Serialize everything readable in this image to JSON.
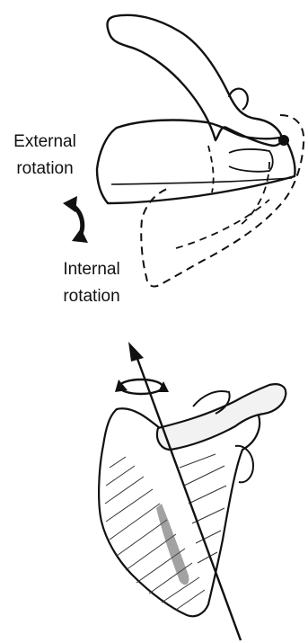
{
  "labels": {
    "external_rotation": {
      "line1": "External",
      "line2": "rotation"
    },
    "internal_rotation": {
      "line1": "Internal",
      "line2": "rotation"
    }
  },
  "colors": {
    "ink": "#111111",
    "background": "#ffffff"
  },
  "icons": {
    "rotation_arrow": "curved-double-arrow-icon",
    "axis_rotation": "axis-rotation-icon"
  }
}
